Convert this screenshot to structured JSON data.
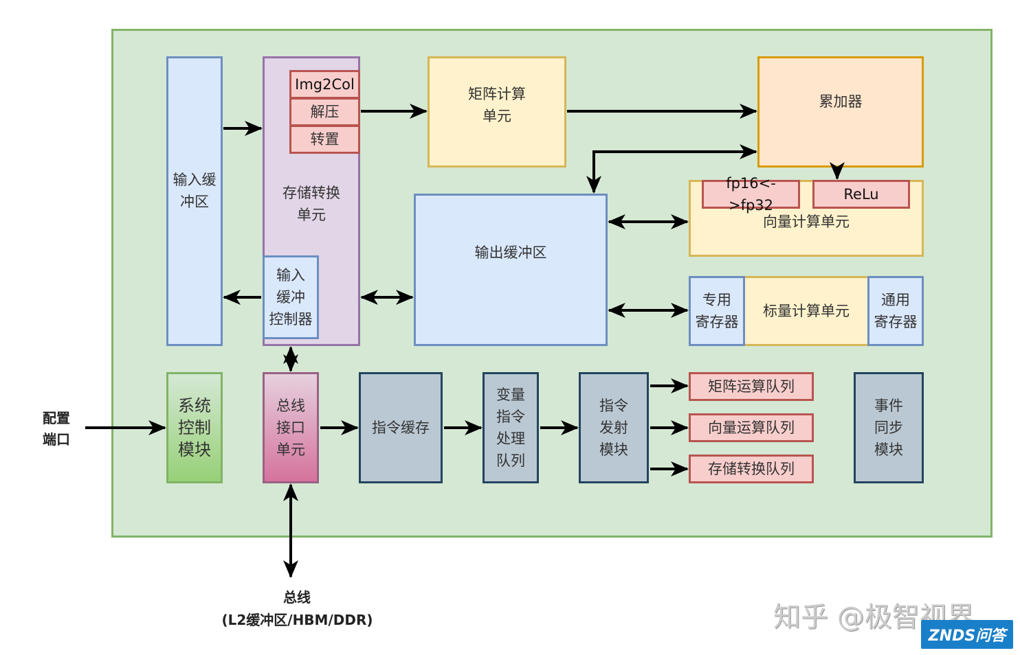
{
  "blocks": {
    "input_buffer": "输入缓\n冲区",
    "storage_conversion": "存储转换\n单元",
    "img2col": "Img2Col",
    "decompress": "解压",
    "transpose": "转置",
    "input_buffer_controller": "输入\n缓冲\n控制器",
    "matrix_compute": "矩阵计算\n单元",
    "accumulator": "累加器",
    "fp_convert": "fp16<->fp32",
    "relu": "ReLu",
    "vector_unit": "向量计算单元",
    "output_buffer": "输出缓冲区",
    "special_register": "专用\n寄存器",
    "scalar_unit": "标量计算单元",
    "general_register": "通用\n寄存器",
    "system_control": "系统\n控制\n模块",
    "bus_interface": "总线\n接口\n单元",
    "instruction_cache": "指令缓存",
    "variable_instruction_queue": "变量\n指令\n处理\n队列",
    "instruction_dispatch": "指令\n发射\n模块",
    "matrix_queue": "矩阵运算队列",
    "vector_queue": "向量运算队列",
    "storage_queue": "存储转换队列",
    "event_sync": "事件\n同步\n模块"
  },
  "labels": {
    "config_port": "配置\n端口",
    "bus": "总线",
    "bus_detail": "(L2缓冲区/HBM/DDR)"
  },
  "watermark": {
    "zhihu": "知乎 @极智视界",
    "znds": "ZNDS问答"
  }
}
